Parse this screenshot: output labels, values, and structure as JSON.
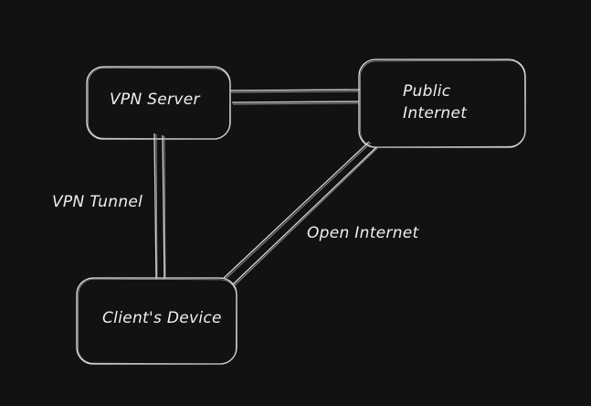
{
  "diagram": {
    "background": "#121212",
    "stroke_color": "#e6e6e6",
    "nodes": [
      {
        "id": "vpn-server",
        "label": "VPN Server"
      },
      {
        "id": "public-internet",
        "label": "Public\nInternet"
      },
      {
        "id": "clients-device",
        "label": "Client's Device"
      }
    ],
    "edges": [
      {
        "from": "vpn-server",
        "to": "public-internet",
        "label": ""
      },
      {
        "from": "vpn-server",
        "to": "clients-device",
        "label": "VPN Tunnel"
      },
      {
        "from": "clients-device",
        "to": "public-internet",
        "label": "Open Internet"
      }
    ]
  }
}
